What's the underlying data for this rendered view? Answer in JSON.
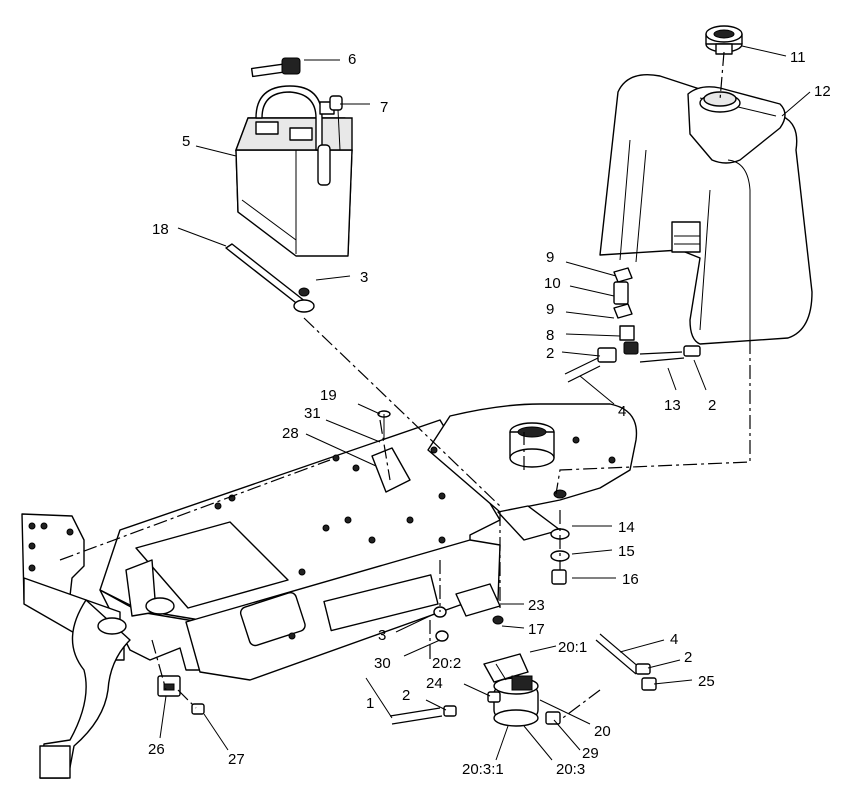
{
  "callouts": {
    "c1": "1",
    "c2a": "2",
    "c2b": "2",
    "c2c": "2",
    "c2d": "2",
    "c3a": "3",
    "c3b": "3",
    "c4a": "4",
    "c4b": "4",
    "c5": "5",
    "c6": "6",
    "c7": "7",
    "c8": "8",
    "c9a": "9",
    "c9b": "9",
    "c10": "10",
    "c11": "11",
    "c12": "12",
    "c13": "13",
    "c14": "14",
    "c15": "15",
    "c16": "16",
    "c17": "17",
    "c18": "18",
    "c19": "19",
    "c20": "20",
    "c20_1": "20:1",
    "c20_2": "20:2",
    "c20_3": "20:3",
    "c20_3_1": "20:3:1",
    "c23": "23",
    "c24": "24",
    "c25": "25",
    "c26": "26",
    "c27": "27",
    "c28": "28",
    "c29": "29",
    "c30": "30",
    "c31": "31"
  }
}
